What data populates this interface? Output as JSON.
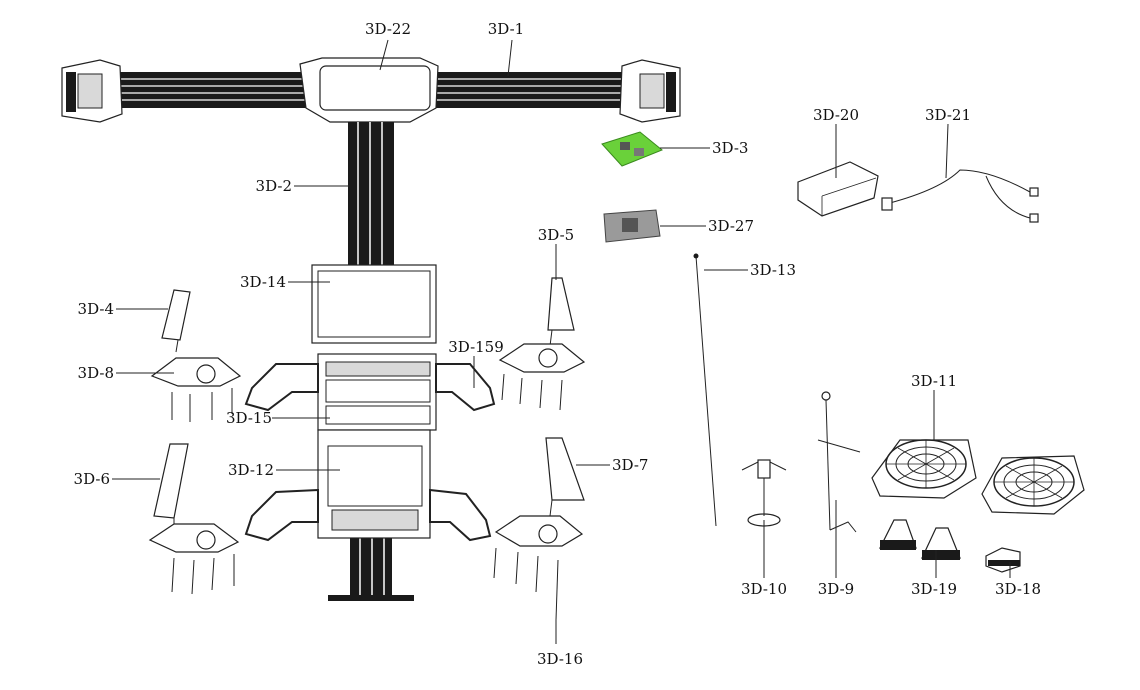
{
  "labels": {
    "l3d22": "3D-22",
    "l3d1": "3D-1",
    "l3d3": "3D-3",
    "l3d20": "3D-20",
    "l3d21": "3D-21",
    "l3d2": "3D-2",
    "l3d27": "3D-27",
    "l3d5": "3D-5",
    "l3d13": "3D-13",
    "l3d14": "3D-14",
    "l3d4": "3D-4",
    "l3d159": "3D-159",
    "l3d8": "3D-8",
    "l3d15": "3D-15",
    "l3d11": "3D-11",
    "l3d6": "3D-6",
    "l3d12": "3D-12",
    "l3d7": "3D-7",
    "l3d10": "3D-10",
    "l3d9": "3D-9",
    "l3d19": "3D-19",
    "l3d18": "3D-18",
    "l3d16": "3D-16"
  },
  "colors": {
    "ink": "#111111",
    "green_board": "#6ad13a",
    "board_grey": "#9a9a9a"
  }
}
